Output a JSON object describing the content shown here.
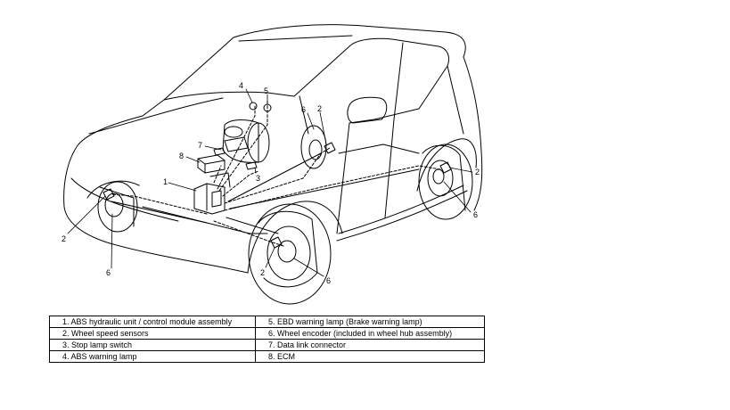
{
  "callouts": {
    "c1": "1",
    "c2a": "2",
    "c2b": "2",
    "c2c": "2",
    "c2d": "2",
    "c3": "3",
    "c4": "4",
    "c5": "5",
    "c6a": "6",
    "c6b": "6",
    "c6c": "6",
    "c6d": "6",
    "c7": "7",
    "c8": "8"
  },
  "legend": {
    "rows": [
      [
        "1.  ABS hydraulic unit / control module assembly",
        "5.  EBD warning lamp (Brake warning lamp)"
      ],
      [
        "2.  Wheel speed sensors",
        "6.  Wheel encoder (included in wheel hub assembly)"
      ],
      [
        "3.  Stop lamp switch",
        "7.  Data link connector"
      ],
      [
        "4.  ABS warning lamp",
        "8.  ECM"
      ]
    ]
  }
}
